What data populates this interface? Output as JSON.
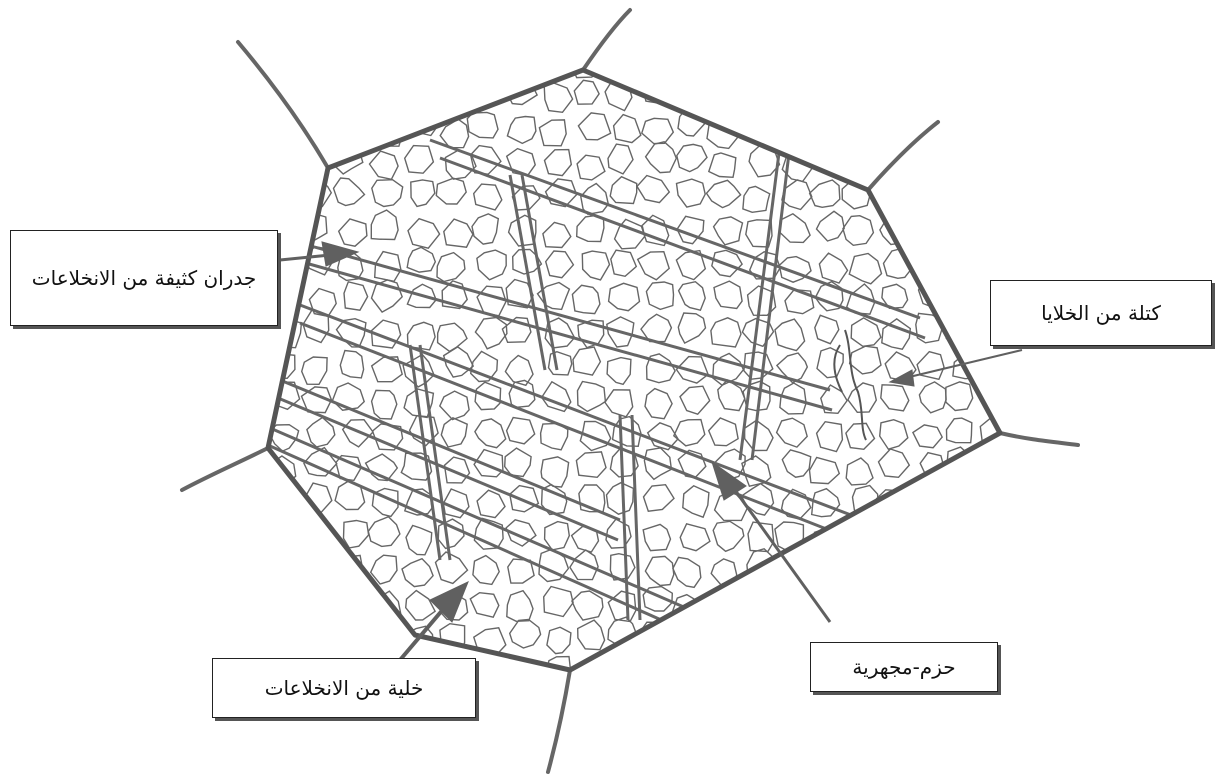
{
  "labels": {
    "walls": "جدران كثيفة من الانخلاعات",
    "mass": "كتلة من الخلايا",
    "cell": "خلية من الانخلاعات",
    "bundles": "حزم-مجهرية"
  },
  "colors": {
    "line": "#555555",
    "grain": "#666666",
    "arrow": "#606060",
    "background": "#ffffff"
  }
}
